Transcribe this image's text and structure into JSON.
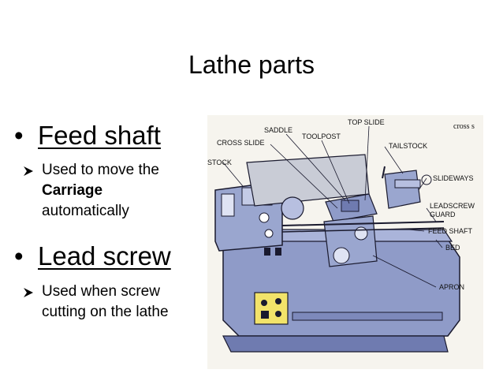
{
  "slide": {
    "title": "Lathe parts",
    "bullets": [
      {
        "heading": "Feed shaft",
        "sub": {
          "line1": "Used to move the",
          "line2_bold": "Carriage",
          "line3": "automatically"
        }
      },
      {
        "heading": "Lead screw",
        "sub": {
          "line1": "Used when screw",
          "line2": "cutting on the lathe"
        }
      }
    ]
  },
  "figure": {
    "labels": {
      "top_slide": "TOP SLIDE",
      "cross_top": "cross s",
      "saddle": "SADDLE",
      "toolpost": "TOOLPOST",
      "cross_slide": "CROSS SLIDE",
      "tailstock": "TAILSTOCK",
      "stock": "STOCK",
      "slideways": "SLIDEWAYS",
      "leadscrew": "LEADSCREW",
      "guard": "GUARD",
      "feed_shaft": "FEED SHAFT",
      "bed": "BED",
      "apron": "APRON"
    },
    "colors": {
      "machine": "#9aa6cf",
      "machine_dark": "#6f7bb0",
      "panel": "#f2e36a",
      "ink": "#1a1a2e"
    }
  }
}
